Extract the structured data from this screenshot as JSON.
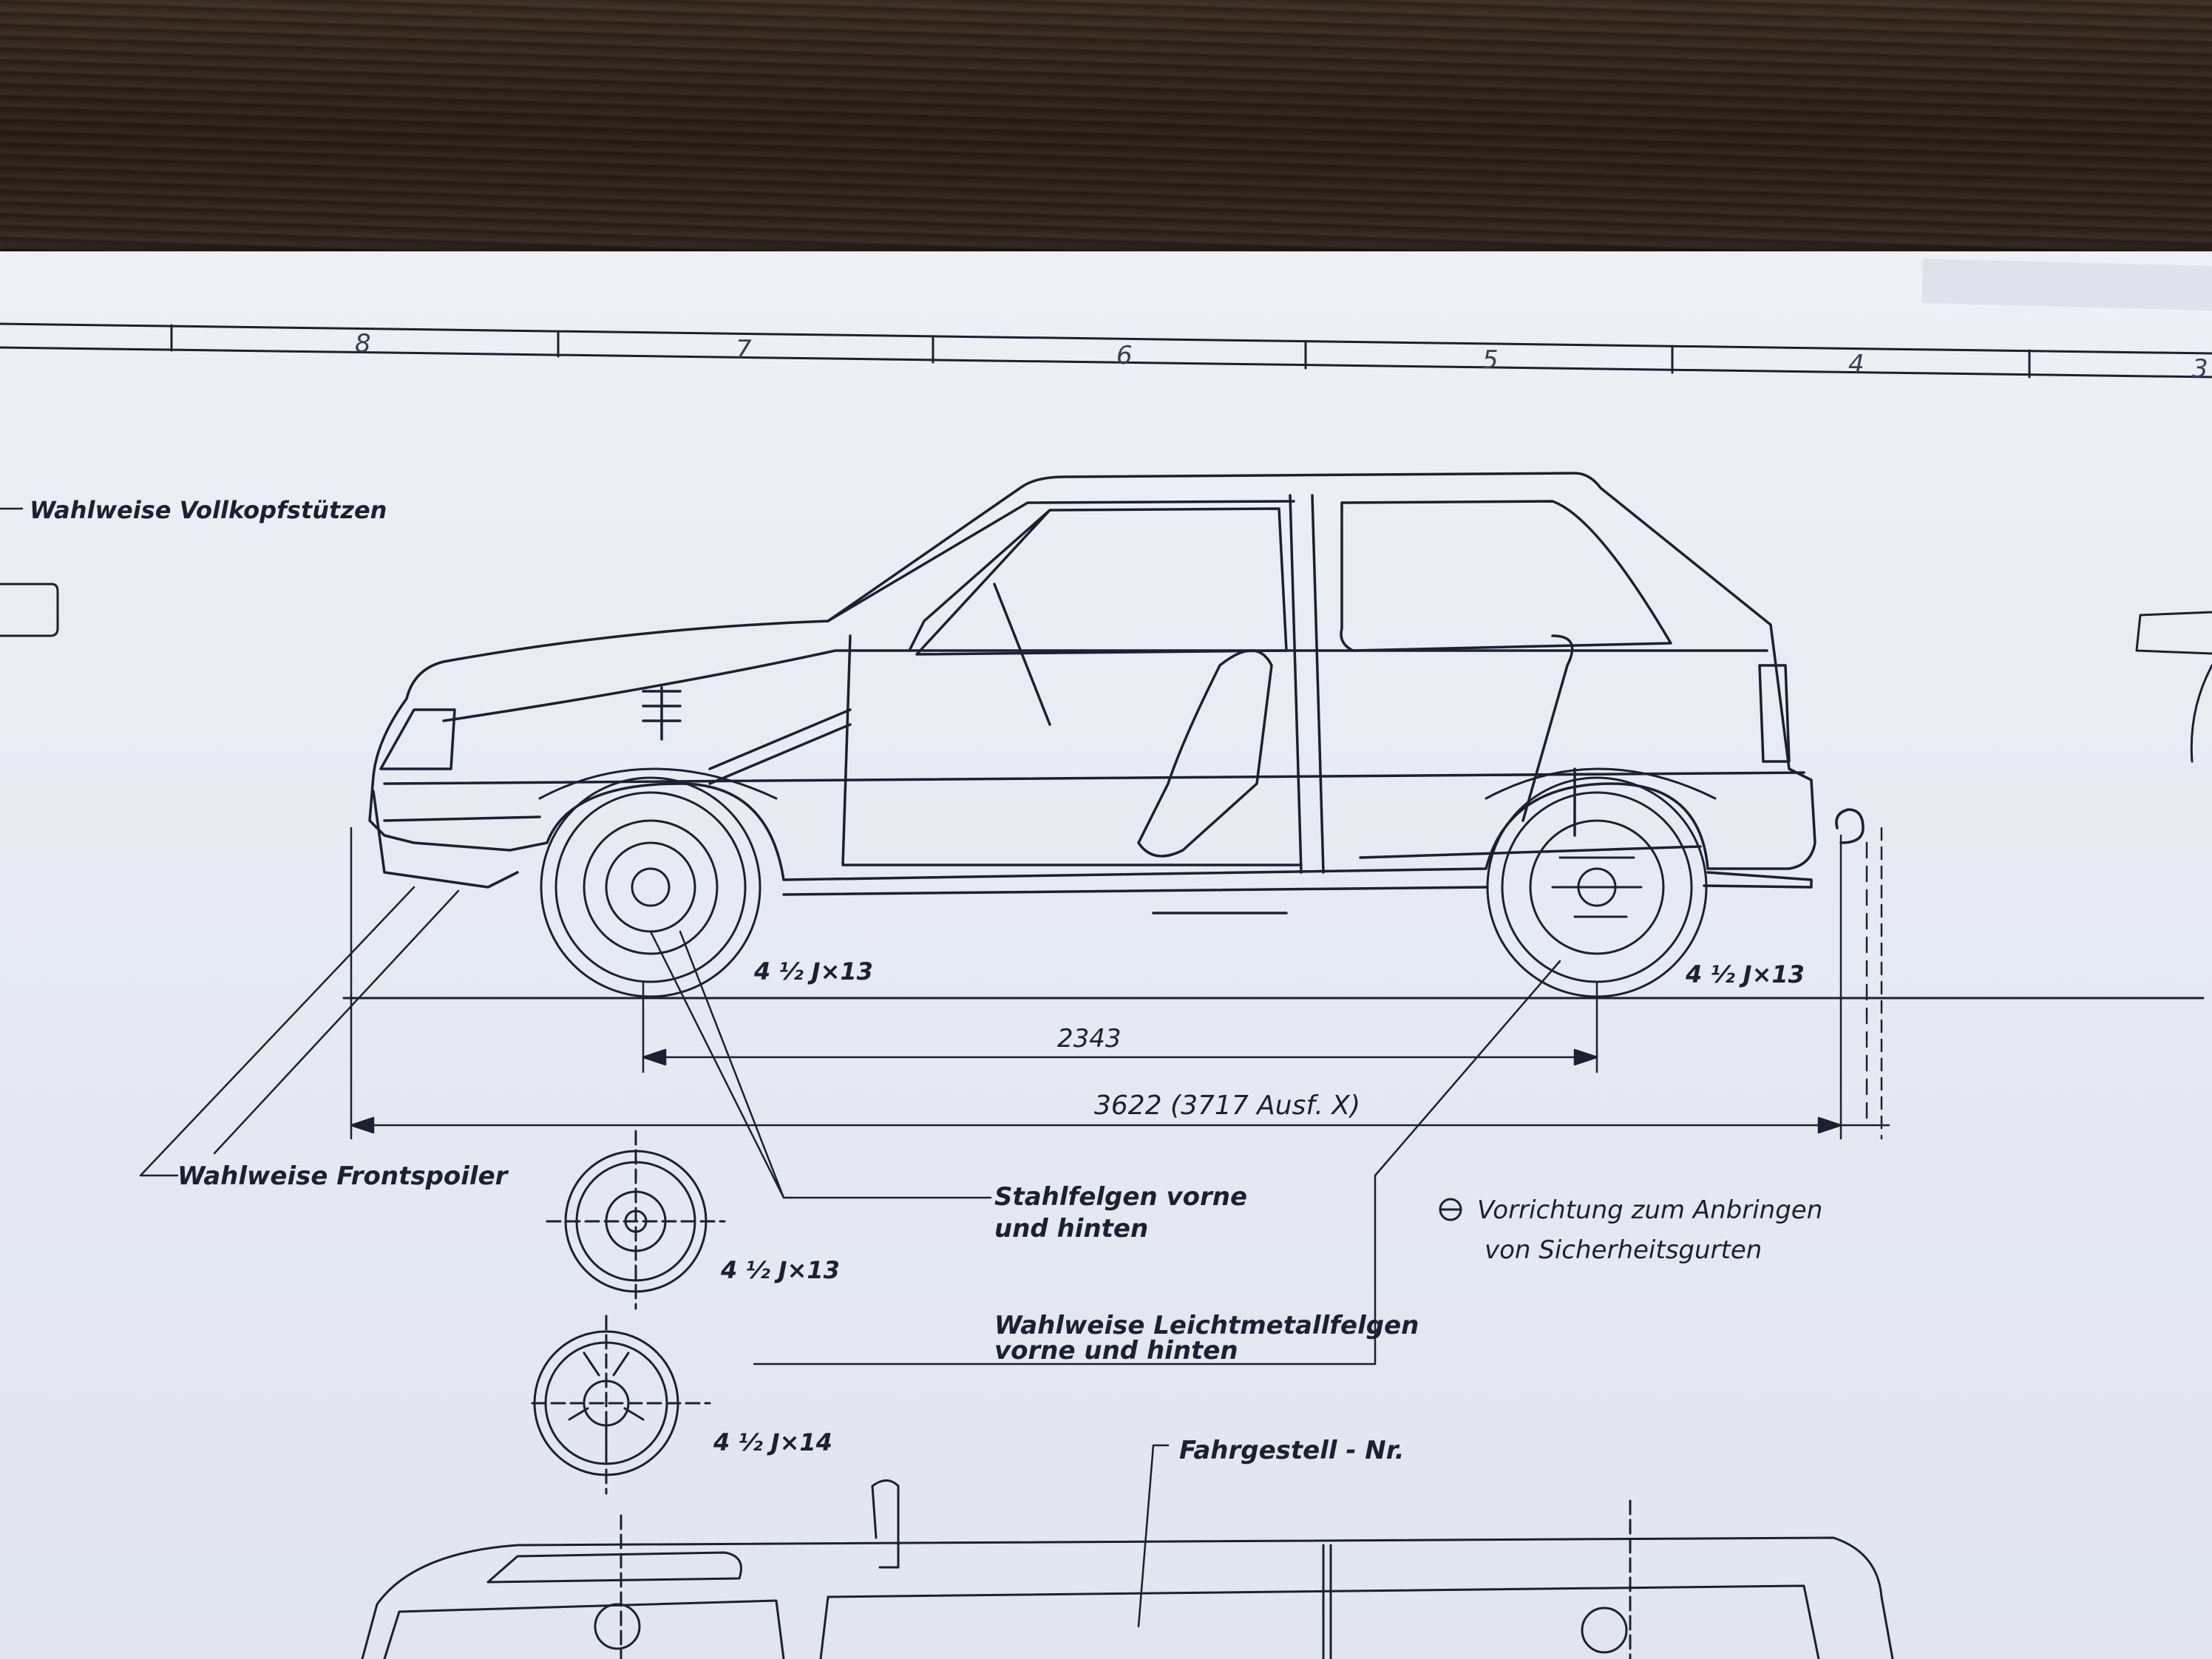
{
  "ruler": {
    "zones": [
      "8",
      "7",
      "6",
      "5",
      "4",
      "3"
    ]
  },
  "labels": {
    "headrests": "Wahlweise  Vollkopfstützen",
    "front_spoiler": "Wahlweise Frontspoiler",
    "rim_front": "4 ½ J×13",
    "rim_rear": "4 ½ J×13",
    "wheelbase": "2343",
    "length": "3622 (3717 Ausf. X)",
    "steel_rims_1": "Stahlfelgen  vorne",
    "steel_rims_2": "und  hinten",
    "steel_rim_size": "4 ½ J×13",
    "alloy_rims_1": "Wahlweise  Leichtmetallfelgen",
    "alloy_rims_2": "vorne  und  hinten",
    "alloy_rim_size": "4 ½ J×14",
    "belt_mount_1": "Vorrichtung  zum  Anbringen",
    "belt_mount_2": "von  Sicherheitsgurten",
    "chassis_no": "Fahrgestell - Nr."
  },
  "colors": {
    "ink": "#1c2030",
    "paper": "#e9ecf3",
    "wood": "#2c2119"
  }
}
